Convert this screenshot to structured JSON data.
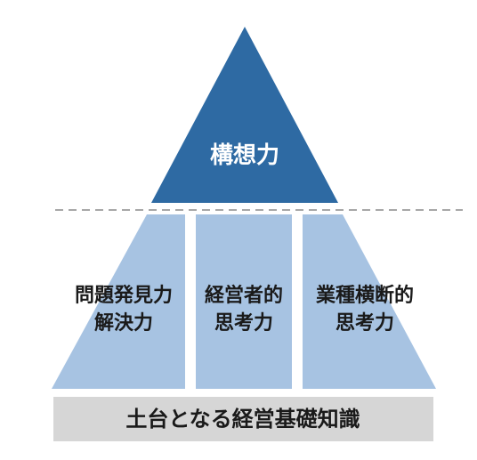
{
  "diagram": {
    "top": {
      "label": "構想力"
    },
    "pillars": [
      {
        "lines": [
          "問題発見力",
          "解決力"
        ]
      },
      {
        "lines": [
          "経営者的",
          "思考力"
        ]
      },
      {
        "lines": [
          "業種横断的",
          "思考力"
        ]
      }
    ],
    "base": {
      "label": "土台となる経営基礎知識"
    },
    "colors": {
      "top_fill": "#2e6aa3",
      "pillar_fill": "#a7c3e2",
      "base_fill": "#d6d6d6",
      "divider": "#8a8a8a"
    }
  }
}
